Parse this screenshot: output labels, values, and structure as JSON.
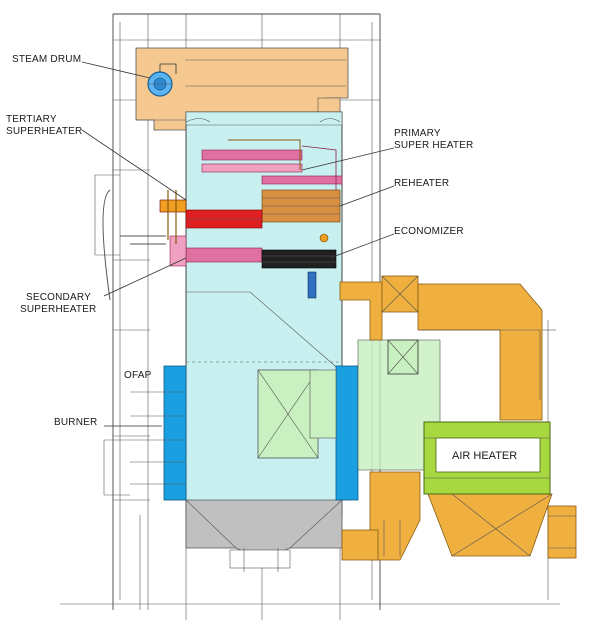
{
  "labels": {
    "steam_drum": "STEAM DRUM",
    "tertiary_1": "TERTIARY",
    "tertiary_2": "SUPERHEATER",
    "primary_1": "PRIMARY",
    "primary_2": "SUPER HEATER",
    "reheater": "REHEATER",
    "economizer": "ECONOMIZER",
    "secondary_1": "SECONDARY",
    "secondary_2": "SUPERHEATER",
    "ofap": "OFAP",
    "burner": "BURNER",
    "air_heater": "AIR HEATER"
  },
  "colors": {
    "furnace": "#c8f0f0",
    "burner_panel": "#1aa0e0",
    "roof_duct": "#f5c890",
    "air_duct": "#f0b040",
    "air_heater": "#a8d840",
    "ofap_zone": "#c8f0c0",
    "hopper": "#c0c0c0",
    "superheater_pink": "#e070a0",
    "tertiary_red": "#e02020",
    "economizer_dark": "#202020",
    "reheater_orange": "#d89040"
  }
}
